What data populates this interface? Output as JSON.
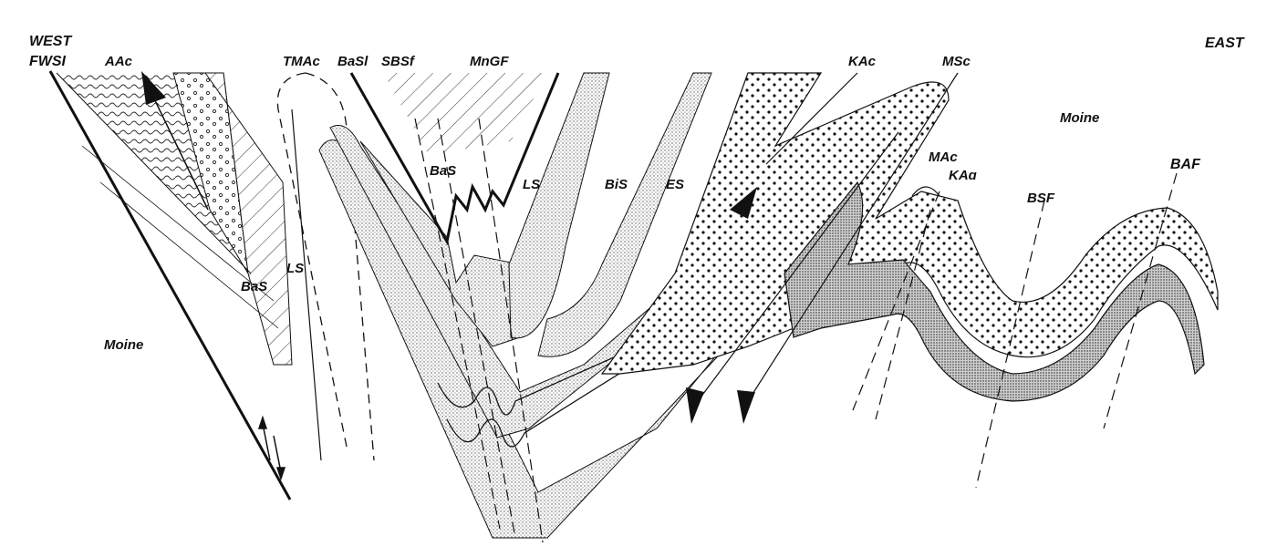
{
  "labels": {
    "west": "WEST",
    "fwsi": "FWSI",
    "aac": "AAc",
    "tmac": "TMAc",
    "basl": "BaSl",
    "sbsf": "SBSf",
    "mngf": "MnGF",
    "kac_top": "KAc",
    "msc": "MSc",
    "east": "EAST",
    "moine_east": "Moine",
    "mac": "MAc",
    "kac_mid": "KAɑ",
    "baf": "BAF",
    "bas_center": "BaS",
    "ls_center": "LS",
    "bis": "BiS",
    "es": "ES",
    "bsf": "BSF",
    "ls_west": "LS",
    "bas_west": "BaS",
    "moine_west": "Moine"
  },
  "colors": {
    "ink": "#111111",
    "stipple_fill": "#d9d9d9",
    "dark_fill": "#9a9a9a",
    "paper": "#ffffff"
  }
}
